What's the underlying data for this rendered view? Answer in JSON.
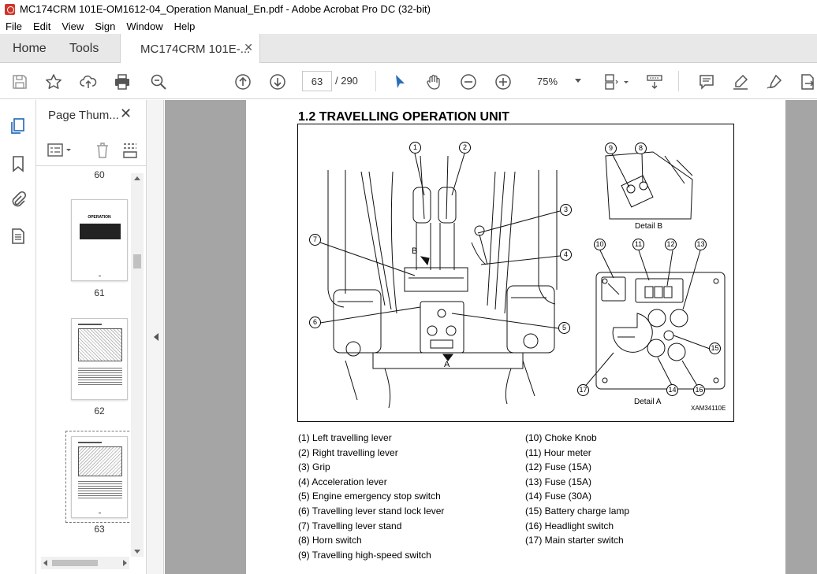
{
  "window": {
    "title": "MC174CRM 101E-OM1612-04_Operation Manual_En.pdf - Adobe Acrobat Pro DC (32-bit)"
  },
  "menu": [
    "File",
    "Edit",
    "View",
    "Sign",
    "Window",
    "Help"
  ],
  "tabs": {
    "home": "Home",
    "tools": "Tools",
    "doc": "MC174CRM 101E-..."
  },
  "toolbar": {
    "page_current": "63",
    "page_total": "/ 290",
    "zoom": "75%"
  },
  "thumbnails": {
    "title": "Page Thum...",
    "pages": [
      {
        "num": "60",
        "heading": ""
      },
      {
        "num": "61",
        "heading": "OPERATION"
      },
      {
        "num": "62",
        "heading": ""
      },
      {
        "num": "63",
        "heading": ""
      }
    ]
  },
  "document": {
    "section_title": "1.2 TRAVELLING OPERATION UNIT",
    "figure": {
      "detail_b": "Detail B",
      "detail_a": "Detail A",
      "label_b": "B",
      "label_a": "A",
      "code": "XAM34110E",
      "callouts": [
        "1",
        "2",
        "3",
        "4",
        "5",
        "6",
        "7",
        "8",
        "9",
        "10",
        "11",
        "12",
        "13",
        "14",
        "15",
        "16",
        "17"
      ]
    },
    "legend_left": [
      "(1) Left travelling lever",
      "(2) Right travelling lever",
      "(3) Grip",
      "(4) Acceleration lever",
      "(5) Engine emergency stop switch",
      "(6) Travelling lever stand lock lever",
      "(7) Travelling lever stand",
      "(8) Horn switch",
      "(9) Travelling high-speed switch"
    ],
    "legend_right": [
      "(10) Choke Knob",
      "(11) Hour meter",
      "(12) Fuse (15A)",
      "(13) Fuse (15A)",
      "(14) Fuse (30A)",
      "(15) Battery charge lamp",
      "(16) Headlight switch",
      "(17) Main starter switch"
    ]
  },
  "colors": {
    "pdf_red": "#d0352b",
    "accent_blue": "#2a6ebb",
    "doc_bg": "#a5a5a5"
  }
}
